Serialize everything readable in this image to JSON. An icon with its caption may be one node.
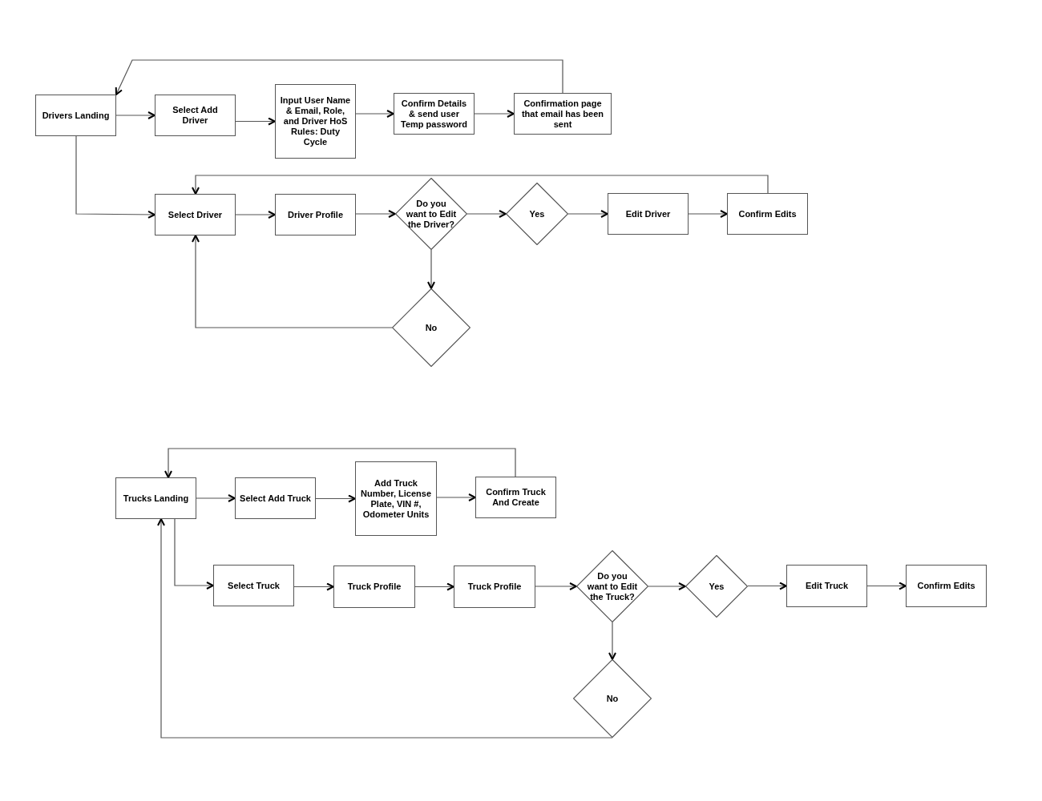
{
  "diagram": {
    "nodes": [
      {
        "text": [
          "Drivers Landing"
        ]
      },
      {
        "text": [
          "Select Add Driver"
        ]
      },
      {
        "text": [
          "Input User Name & Email, Role, and Driver HoS Rules: Duty Cycle"
        ]
      },
      {
        "text": [
          "Confirm Details & send user Temp password"
        ]
      },
      {
        "text": [
          "Confirmation page that email has been sent"
        ]
      },
      {
        "text": [
          "Select Driver"
        ]
      },
      {
        "text": [
          "Driver Profile"
        ]
      },
      {
        "text": [
          "Do you want to Edit the Driver?"
        ]
      },
      {
        "text": [
          "Yes"
        ]
      },
      {
        "text": [
          "Edit Driver"
        ]
      },
      {
        "text": [
          "Confirm Edits"
        ]
      },
      {
        "text": [
          "No"
        ]
      },
      {
        "text": [
          "Trucks Landing"
        ]
      },
      {
        "text": [
          "Select Add Truck"
        ]
      },
      {
        "text": [
          "Add Truck Number, License Plate, VIN #, Odometer Units"
        ]
      },
      {
        "text": [
          "Confirm Truck And Create"
        ]
      },
      {
        "text": [
          "Select Truck"
        ]
      },
      {
        "text": [
          "Truck Profile"
        ]
      },
      {
        "text": [
          "Truck Profile"
        ]
      },
      {
        "text": [
          "Do you want to Edit the Truck?"
        ]
      },
      {
        "text": [
          "Yes"
        ]
      },
      {
        "text": [
          "Edit Truck"
        ]
      },
      {
        "text": [
          "Confirm Edits"
        ]
      },
      {
        "text": [
          "No"
        ]
      }
    ],
    "edges": [
      {
        "from": 0,
        "to": 1,
        "arrow": "to"
      },
      {
        "from": 1,
        "to": 2,
        "arrow": "to"
      },
      {
        "from": 2,
        "to": 3,
        "arrow": "to"
      },
      {
        "from": 3,
        "to": 4,
        "arrow": "to"
      },
      {
        "from": 4,
        "to": 0,
        "arrow": "to"
      },
      {
        "from": 0,
        "to": 5,
        "arrow": "to"
      },
      {
        "from": 5,
        "to": 6,
        "arrow": "to"
      },
      {
        "from": 6,
        "to": 7,
        "arrow": "to"
      },
      {
        "from": 7,
        "to": 8,
        "arrow": "to"
      },
      {
        "from": 8,
        "to": 9,
        "arrow": "to"
      },
      {
        "from": 9,
        "to": 10,
        "arrow": "to"
      },
      {
        "from": 10,
        "to": 5,
        "arrow": "to"
      },
      {
        "from": 7,
        "to": 11,
        "arrow": "to"
      },
      {
        "from": 11,
        "to": 5,
        "arrow": "to"
      },
      {
        "from": 12,
        "to": 13,
        "arrow": "to"
      },
      {
        "from": 13,
        "to": 14,
        "arrow": "to"
      },
      {
        "from": 14,
        "to": 15,
        "arrow": "to"
      },
      {
        "from": 15,
        "to": 12,
        "arrow": "to"
      },
      {
        "from": 12,
        "to": 16,
        "arrow": "to"
      },
      {
        "from": 16,
        "to": 17,
        "arrow": "to"
      },
      {
        "from": 17,
        "to": 18,
        "arrow": "to"
      },
      {
        "from": 18,
        "to": 19,
        "arrow": "to"
      },
      {
        "from": 19,
        "to": 20,
        "arrow": "to"
      },
      {
        "from": 20,
        "to": 21,
        "arrow": "to"
      },
      {
        "from": 21,
        "to": 22,
        "arrow": "to"
      },
      {
        "from": 19,
        "to": 23,
        "arrow": "to"
      },
      {
        "from": 23,
        "to": 12,
        "arrow": "to"
      }
    ]
  }
}
